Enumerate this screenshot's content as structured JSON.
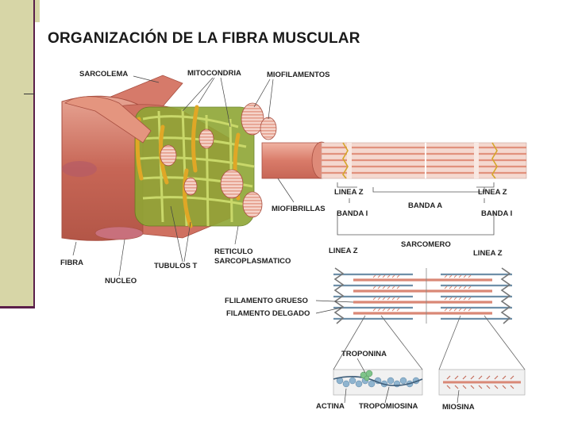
{
  "title": "ORGANIZACIÓN DE LA FIBRA MUSCULAR",
  "labels": {
    "sarcolema": "SARCOLEMA",
    "mitocondria": "MITOCONDRIA",
    "miofilamentos": "MIOFILAMENTOS",
    "miofibrillas": "MIOFIBRILLAS",
    "fibra": "FIBRA",
    "nucleo": "NUCLEO",
    "tubulos_t": "TUBULOS T",
    "reticulo_1": "RETICULO",
    "reticulo_2": "SARCOPLASMATICO",
    "linea_z_left": "LINEA Z",
    "linea_z_right": "LINEA Z",
    "banda_a": "BANDA A",
    "banda_i_left": "BANDA I",
    "banda_i_right": "BANDA I",
    "sarcomero": "SARCOMERO",
    "linea_z_lower_left": "LINEA Z",
    "linea_z_lower_right": "LINEA Z",
    "filamento_grueso": "FLILAMENTO GRUESO",
    "filamento_delgado": "FILAMENTO DELGADO",
    "troponina": "TROPONINA",
    "actina": "ACTINA",
    "tropomiosina": "TROPOMIOSINA",
    "miosina": "MIOSINA"
  },
  "colors": {
    "muscle": "#c96a5c",
    "muscle_light": "#e6a08f",
    "reticulum": "#8fa635",
    "mitochondria": "#e0a726",
    "sidebar": "#d7d6a7",
    "sidebar_edge": "#5a1f4a"
  }
}
